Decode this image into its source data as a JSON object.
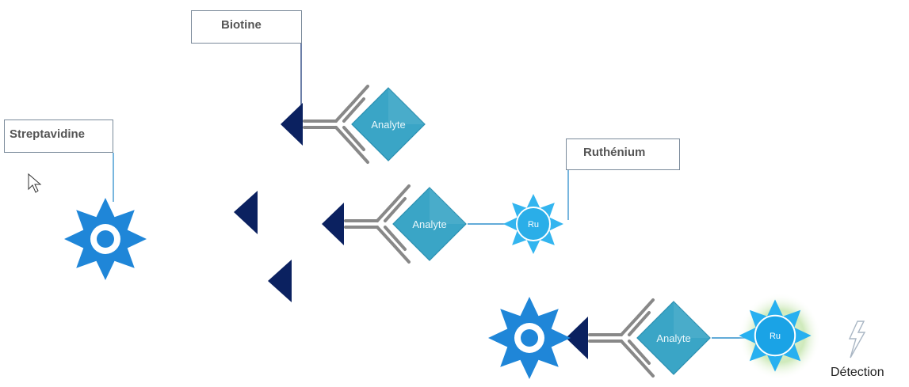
{
  "labels": {
    "biotine": "Biotine",
    "streptavidine": "Streptavidine",
    "ruthenium": "Ruthénium",
    "detection": "Détection"
  },
  "analyte_label": "Analyte",
  "ru_label": "Ru",
  "colors": {
    "navy": "#0b2160",
    "blue": "#1f86d8",
    "analyte": "#3aa5c6",
    "ru": "#33b5ef",
    "glow": "#c9e7b8",
    "callout_line": "#2f8fcc",
    "antibody": "#8d8d8d"
  },
  "icons": [
    "cursor-icon",
    "lightning-icon"
  ]
}
